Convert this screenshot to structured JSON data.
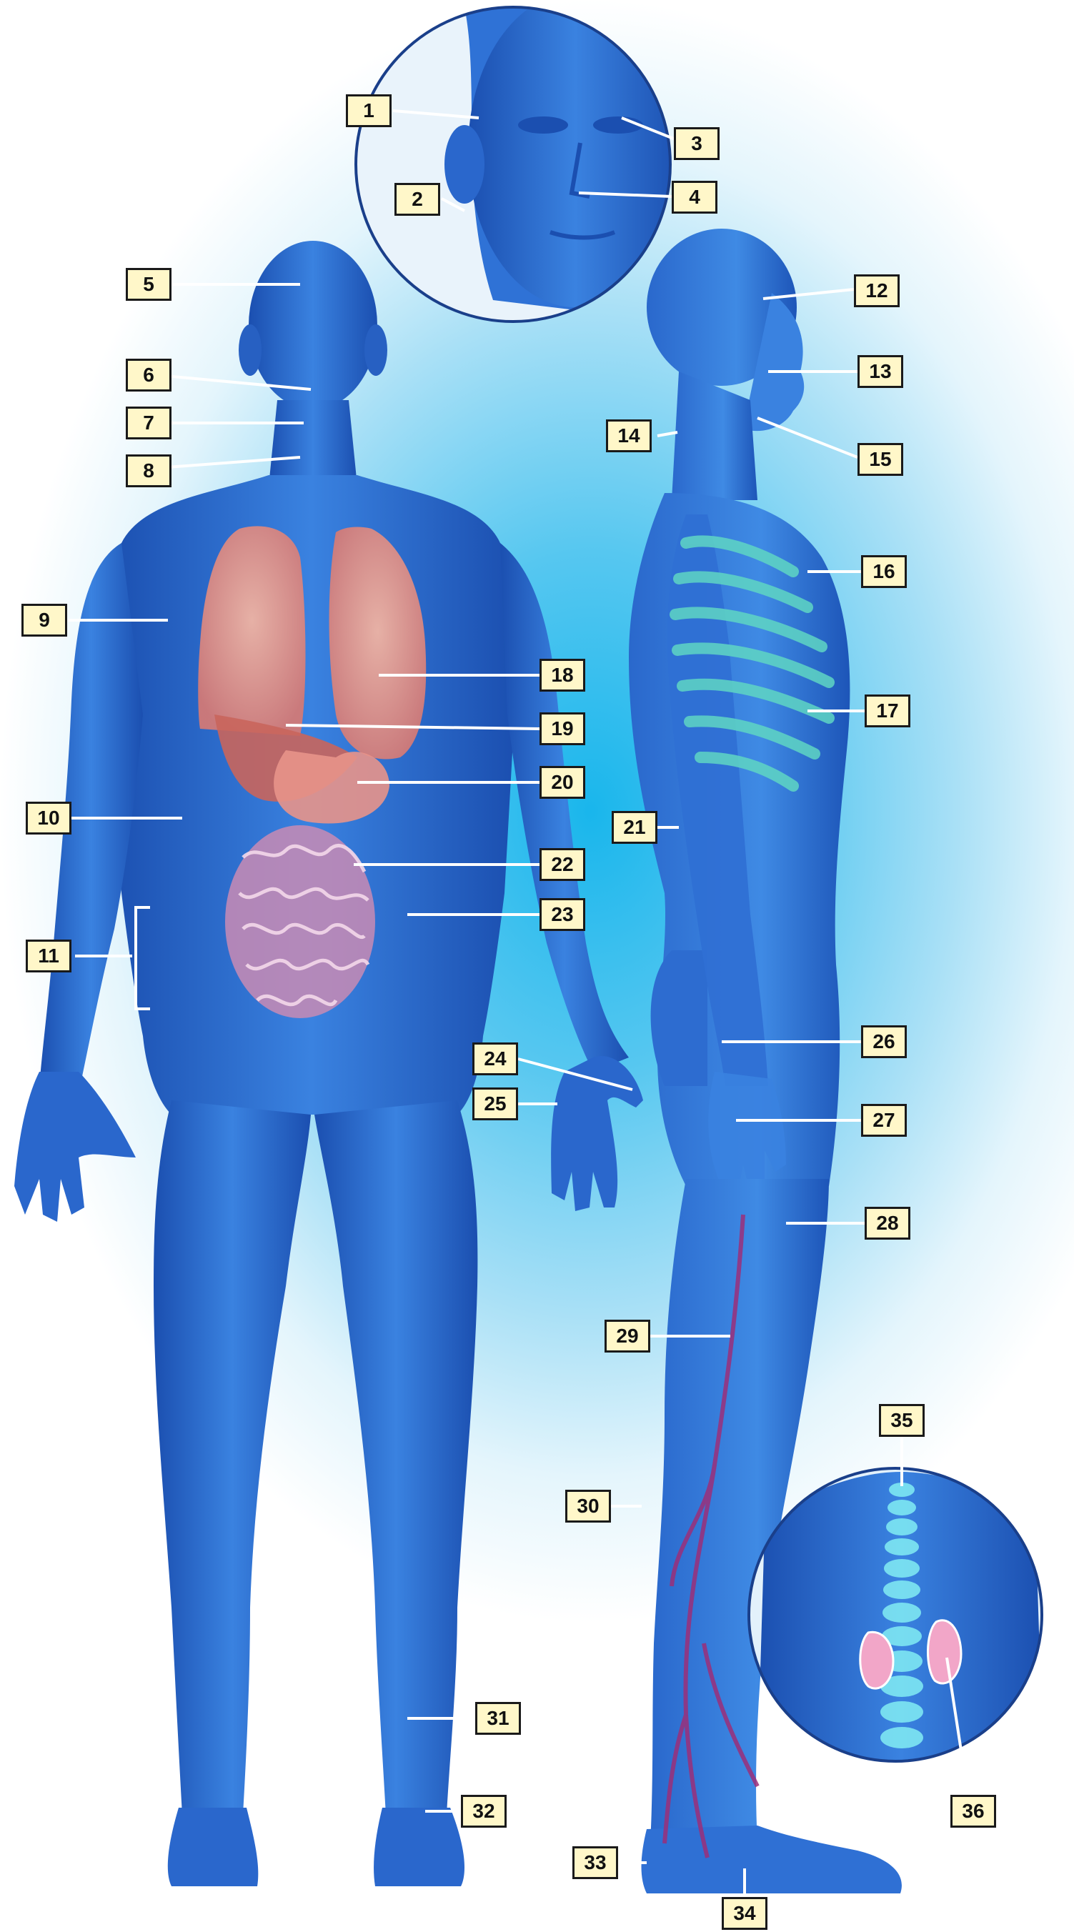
{
  "labels": [
    "1",
    "2",
    "3",
    "4",
    "5",
    "6",
    "7",
    "8",
    "9",
    "10",
    "11",
    "12",
    "13",
    "14",
    "15",
    "16",
    "17",
    "18",
    "19",
    "20",
    "21",
    "22",
    "23",
    "24",
    "25",
    "26",
    "27",
    "28",
    "29",
    "30",
    "31",
    "32",
    "33",
    "34",
    "35",
    "36"
  ],
  "colors": {
    "body_fill": "#2c6fd6",
    "body_dark": "#1e4fb0",
    "organ_lungs": "#f2a08c",
    "organ_intestine": "#d48ab0",
    "ribs": "#5fd6c4",
    "veins": "#9b2f7a",
    "spine": "#7ee7f2",
    "label_fill": "#fff7c9",
    "line": "#ffffff"
  }
}
